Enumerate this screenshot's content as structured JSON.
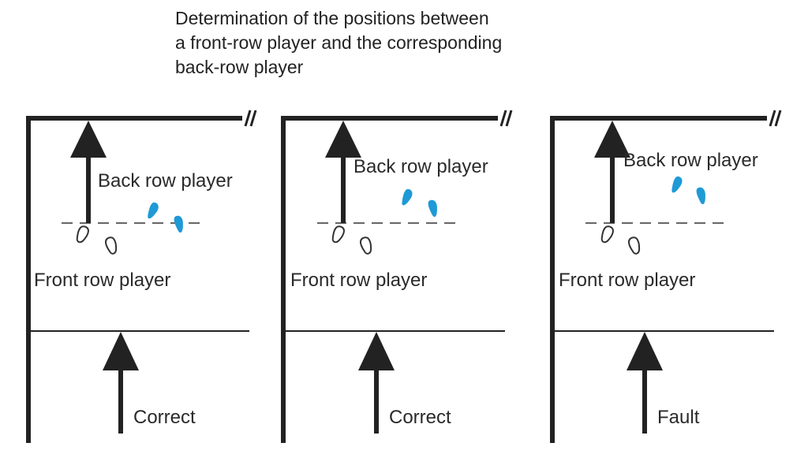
{
  "title": {
    "lines": [
      "Determination of the positions between",
      "a front-row player and the corresponding",
      "back-row player"
    ]
  },
  "panels": [
    {
      "back_label": "Back row player",
      "front_label": "Front row player",
      "verdict": "Correct"
    },
    {
      "back_label": "Back row player",
      "front_label": "Front row player",
      "verdict": "Correct"
    },
    {
      "back_label": "Back row player",
      "front_label": "Front row player",
      "verdict": "Fault"
    }
  ],
  "colors": {
    "line": "#222222",
    "back_player_feet": "#1e9ad6",
    "front_player_feet_outline": "#333333"
  },
  "icons": [
    "arrow-up-icon",
    "footprint-icon",
    "break-mark-icon"
  ]
}
